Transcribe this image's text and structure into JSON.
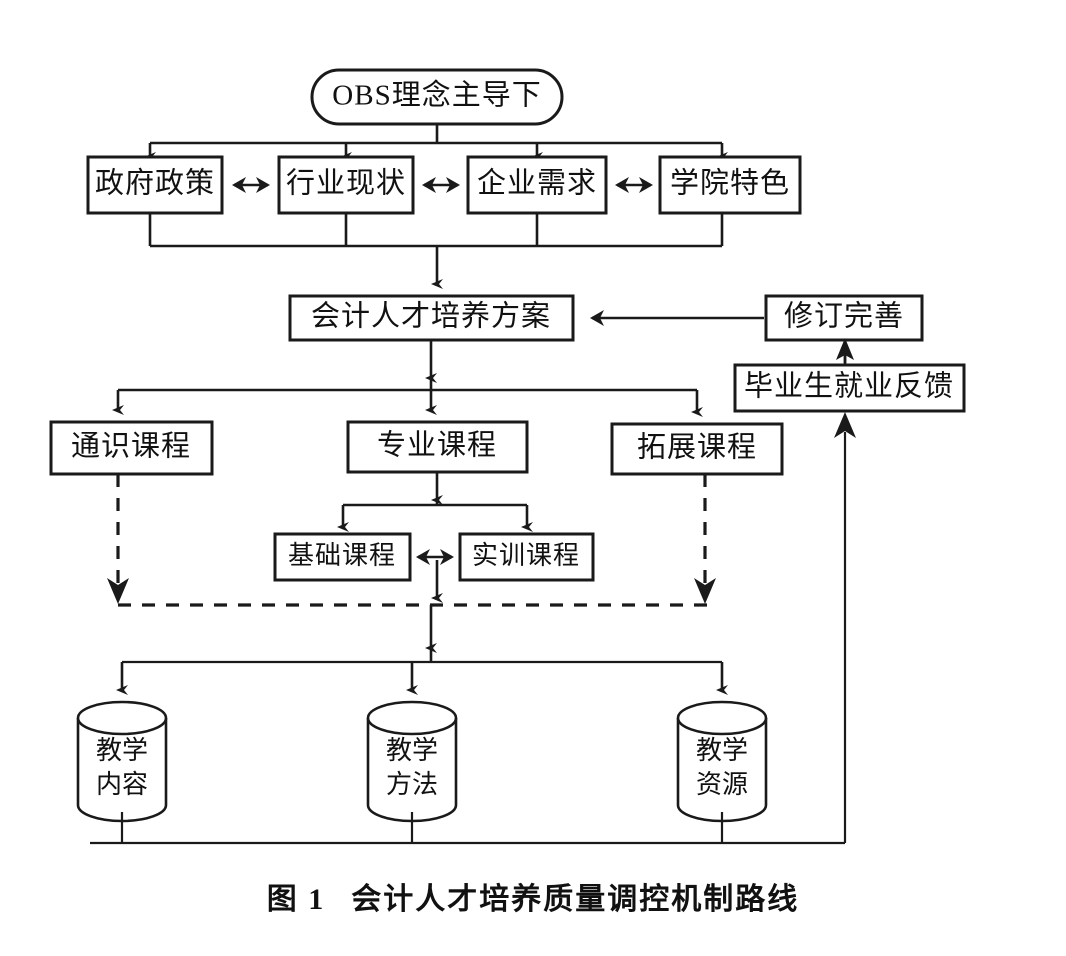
{
  "figure": {
    "caption_number": "图 1",
    "caption_title": "会计人才培养质量调控机制路线",
    "type": "flowchart",
    "language": "zh-CN",
    "colors": {
      "stroke": "#1a1a1a",
      "fill": "#ffffff",
      "text": "#111111",
      "background": "#ffffff"
    }
  },
  "nodes": {
    "root": {
      "label": "OBS理念主导下",
      "shape": "stadium"
    },
    "drivers": [
      {
        "label": "政府政策",
        "shape": "rect"
      },
      {
        "label": "行业现状",
        "shape": "rect"
      },
      {
        "label": "企业需求",
        "shape": "rect"
      },
      {
        "label": "学院特色",
        "shape": "rect"
      }
    ],
    "plan": {
      "label": "会计人才培养方案",
      "shape": "rect"
    },
    "revise": {
      "label": "修订完善",
      "shape": "rect"
    },
    "feedback": {
      "label": "毕业生就业反馈",
      "shape": "rect"
    },
    "courses": [
      {
        "label": "通识课程",
        "shape": "rect"
      },
      {
        "label": "专业课程",
        "shape": "rect"
      },
      {
        "label": "拓展课程",
        "shape": "rect"
      }
    ],
    "major_sub": [
      {
        "label": "基础课程",
        "shape": "rect"
      },
      {
        "label": "实训课程",
        "shape": "rect"
      }
    ],
    "outputs": [
      {
        "line1": "教学",
        "line2": "内容",
        "shape": "cylinder"
      },
      {
        "line1": "教学",
        "line2": "方法",
        "shape": "cylinder"
      },
      {
        "line1": "教学",
        "line2": "资源",
        "shape": "cylinder"
      }
    ]
  },
  "edges": [
    {
      "from": "OBS理念主导下",
      "to": "政府政策/行业现状/企业需求/学院特色",
      "style": "solid",
      "arrow": "single"
    },
    {
      "from": "政府政策",
      "to": "行业现状",
      "style": "solid",
      "arrow": "double"
    },
    {
      "from": "行业现状",
      "to": "企业需求",
      "style": "solid",
      "arrow": "double"
    },
    {
      "from": "企业需求",
      "to": "学院特色",
      "style": "solid",
      "arrow": "double"
    },
    {
      "from": "政府政策/行业现状/企业需求/学院特色",
      "to": "会计人才培养方案",
      "style": "solid",
      "arrow": "single"
    },
    {
      "from": "修订完善",
      "to": "会计人才培养方案",
      "style": "solid",
      "arrow": "single"
    },
    {
      "from": "毕业生就业反馈",
      "to": "修订完善",
      "style": "solid",
      "arrow": "single"
    },
    {
      "from": "会计人才培养方案",
      "to": "通识课程",
      "style": "solid",
      "arrow": "single"
    },
    {
      "from": "会计人才培养方案",
      "to": "专业课程",
      "style": "solid",
      "arrow": "single"
    },
    {
      "from": "会计人才培养方案",
      "to": "拓展课程",
      "style": "solid",
      "arrow": "single"
    },
    {
      "from": "专业课程",
      "to": "基础课程",
      "style": "solid",
      "arrow": "single"
    },
    {
      "from": "专业课程",
      "to": "实训课程",
      "style": "solid",
      "arrow": "single"
    },
    {
      "from": "基础课程",
      "to": "实训课程",
      "style": "solid",
      "arrow": "double"
    },
    {
      "from": "通识课程",
      "to": "课程整合线",
      "style": "dashed",
      "arrow": "single"
    },
    {
      "from": "拓展课程",
      "to": "课程整合线",
      "style": "dashed",
      "arrow": "single"
    },
    {
      "from": "课程整合线",
      "to": "教学内容",
      "style": "solid",
      "arrow": "single"
    },
    {
      "from": "课程整合线",
      "to": "教学方法",
      "style": "solid",
      "arrow": "single"
    },
    {
      "from": "课程整合线",
      "to": "教学资源",
      "style": "solid",
      "arrow": "single"
    },
    {
      "from": "教学内容/教学方法/教学资源",
      "to": "毕业生就业反馈",
      "style": "solid",
      "arrow": "single"
    }
  ]
}
